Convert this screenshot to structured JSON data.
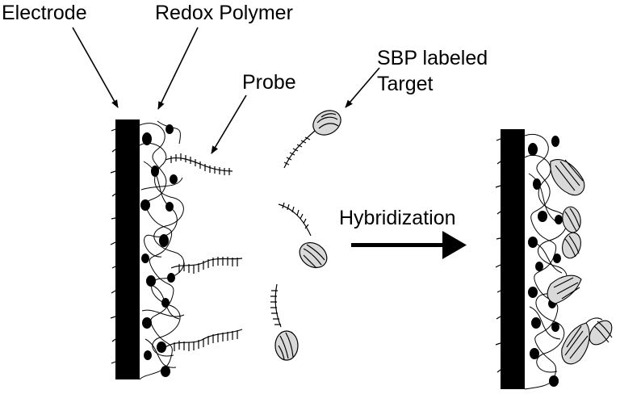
{
  "labels": {
    "electrode": "Electrode",
    "redox_polymer": "Redox Polymer",
    "probe": "Probe",
    "target_line1": "SBP labeled",
    "target_line2": "Target",
    "hybridization": "Hybridization"
  },
  "colors": {
    "ink": "#000000",
    "background": "#ffffff",
    "blob": "#d9d9d9"
  }
}
